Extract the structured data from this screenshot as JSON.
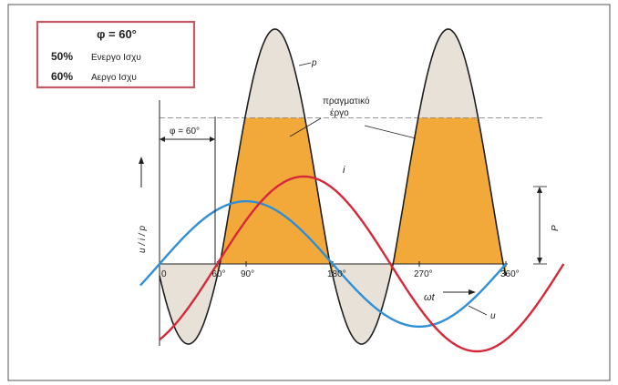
{
  "legend": {
    "title": "φ = 60°",
    "rows": [
      {
        "pct": "50%",
        "text": "Ενεργο Ισχυ"
      },
      {
        "pct": "60%",
        "text": "Αεργο Ισχυ"
      }
    ]
  },
  "phase_label": "φ = 60°",
  "labels": {
    "p_curve": "p",
    "i_curve": "i",
    "u_curve": "u",
    "real_work_line1": "πραγματικό",
    "real_work_line2": "έργο",
    "axis_vertical": "u / i / p",
    "axis_omega": "ωt",
    "p_avg": "P"
  },
  "ticks": [
    "0",
    "60°",
    "90°",
    "180°",
    "270°",
    "360°"
  ],
  "colors": {
    "border": "#c25a68",
    "voltage": "#2f8fd6",
    "current": "#d6283a",
    "power": "#1f1f1f",
    "green_curve": "#2e7d32",
    "fill_positive": "#f2a93a",
    "fill_negative": "#e7e1d8"
  },
  "chart_data": {
    "type": "line",
    "phase_shift_deg": 60,
    "x_range_deg": [
      0,
      360
    ],
    "series": [
      {
        "name": "u",
        "kind": "sine",
        "amplitude": 0.81,
        "phase_deg": 0,
        "period_deg": 360
      },
      {
        "name": "i",
        "kind": "sine",
        "amplitude": 1.13,
        "phase_deg": -60,
        "period_deg": 360
      },
      {
        "name": "p",
        "kind": "power",
        "amplitude": 2.8,
        "offset": 1.16,
        "phase_deg": 60
      }
    ]
  }
}
